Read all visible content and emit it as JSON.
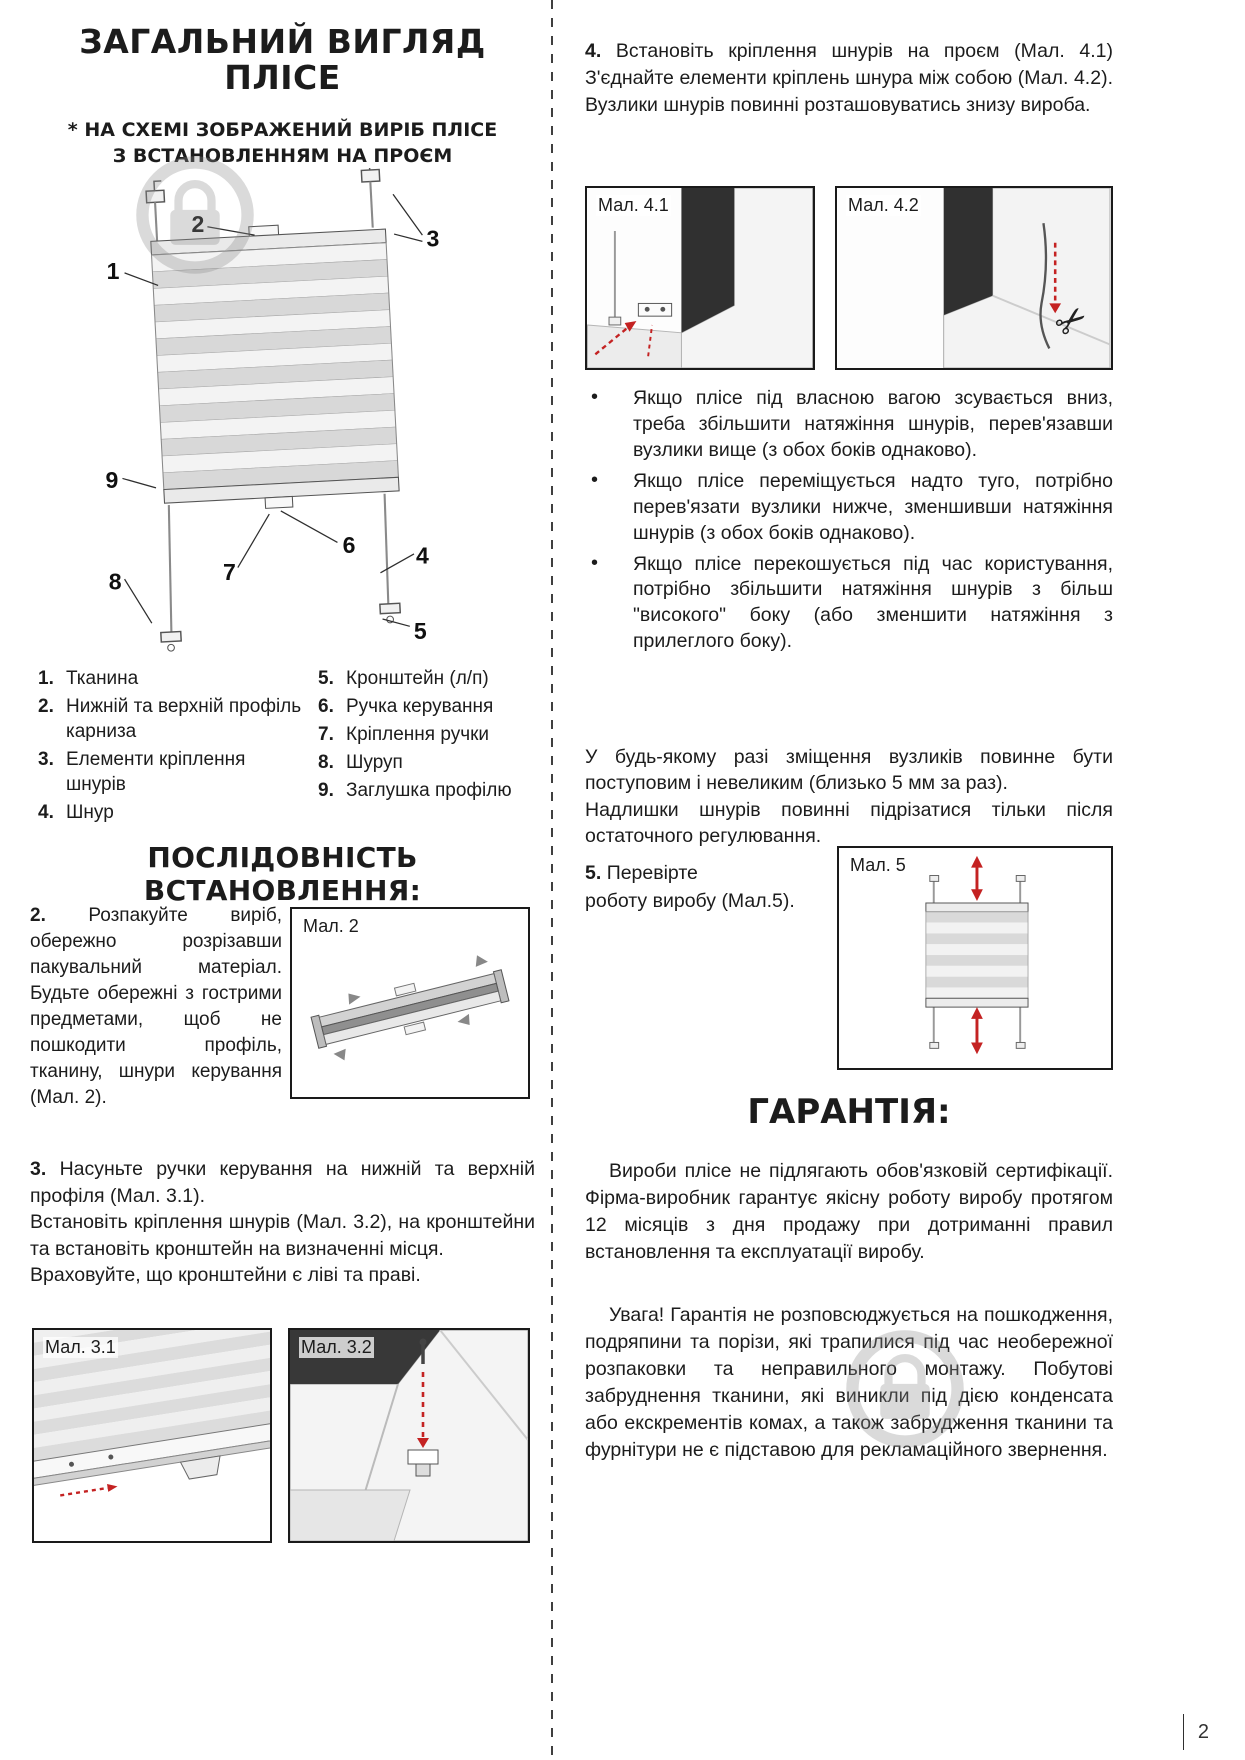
{
  "page": {
    "number": "2"
  },
  "colors": {
    "accent_red": "#c42222",
    "text": "#1c1c1c",
    "watermark": "#8d8d8d"
  },
  "icons": {
    "scissors": "✂",
    "bullet": "•"
  },
  "left": {
    "title_line1": "ЗАГАЛЬНИЙ ВИГЛЯД",
    "title_line2": "ПЛІСЕ",
    "note_line1": "* НА СХЕМІ ЗОБРАЖЕНИЙ ВИРІБ ПЛІСЕ",
    "note_line2": "З ВСТАНОВЛЕННЯМ НА ПРОЄМ",
    "diagram_labels": [
      "1",
      "2",
      "3",
      "4",
      "5",
      "6",
      "7",
      "8",
      "9"
    ],
    "legend_col1": [
      {
        "num": "1.",
        "text": "Тканина"
      },
      {
        "num": "2.",
        "text": "Нижній та верхній профіль карниза"
      },
      {
        "num": "3.",
        "text": "Елементи кріплення шнурів"
      },
      {
        "num": "4.",
        "text": "Шнур"
      }
    ],
    "legend_col2": [
      {
        "num": "5.",
        "text": "Кронштейн (л/п)"
      },
      {
        "num": "6.",
        "text": "Ручка керування"
      },
      {
        "num": "7.",
        "text": "Кріплення ручки"
      },
      {
        "num": "8.",
        "text": "Шуруп"
      },
      {
        "num": "9.",
        "text": "Заглушка профілю"
      }
    ],
    "install_title": "ПОСЛІДОВНІСТЬ ВСТАНОВЛЕННЯ:",
    "step2_num": "2.",
    "step2_text": "Розпакуйте виріб, обережно розрізавши пакувальний матеріал. Будьте обережні з гострими предметами, щоб не пошкодити профіль, тканину, шнури керування (Мал. 2).",
    "fig2_label": "Мал. 2",
    "step3_num": "3.",
    "step3_line1": "Насуньте ручки керування на нижній та верхній профіля (Мал. 3.1).",
    "step3_line2": "Встановіть кріплення шнурів (Мал. 3.2), на кронштейни та встановіть кронштейн на визначенні місця.",
    "step3_line3": "Враховуйте, що кронштейни є ліві та праві.",
    "fig31_label": "Мал. 3.1",
    "fig32_label": "Мал. 3.2"
  },
  "right": {
    "step4_num": "4.",
    "step4_text": "Встановіть кріплення шнурів на проєм (Мал. 4.1) З'єднайте елементи кріплень шнура між собою (Мал. 4.2). Вузлики шнурів повинні розташовуватись знизу вироба.",
    "fig41_label": "Мал. 4.1",
    "fig42_label": "Мал. 4.2",
    "bullets": [
      "Якщо плісе під власною вагою зсувається вниз, треба збільшити натяжіння шнурів, перев'язавши вузлики вище (з обох боків однаково).",
      "Якщо плісе переміщується надто туго, потрібно перев'язати вузлики нижче, зменшивши натяжіння шнурів (з обох боків однаково).",
      "Якщо плісе перекошується під час користування, потрібно збільшити натяжіння шнурів з більш \"високого\" боку (або зменшити натяжіння з прилеглого боку)."
    ],
    "adjust_line1": "У будь-якому разі зміщення вузликів повинне бути поступовим і невеликим (близько 5 мм за раз).",
    "adjust_line2": "Надлишки шнурів повинні підрізатися тільки після остаточного регулювання.",
    "step5_num": "5.",
    "step5_line1": "Перевірте",
    "step5_line2": "роботу виробу (Мал.5).",
    "fig5_label": "Мал. 5",
    "warranty_title": "ГАРАНТІЯ:",
    "warranty_p1": "Вироби плісе не підлягають обов'язковій сертифікації. Фірма-виробник гарантує якісну роботу виробу протягом 12 місяців з дня продажу при дотриманні правил встановлення та експлуатації виробу.",
    "warranty_p2": "Увага! Гарантія не розповсюджується на пошкодження, подряпини та порізи, які трапилися під час необережної розпаковки та неправильного монтажу. Побутові забруднення тканини, які виникли під дією конденсата або екскрементів комах, а також забрудження тканини та фурнітури не є підставою для рекламаційного звернення."
  }
}
